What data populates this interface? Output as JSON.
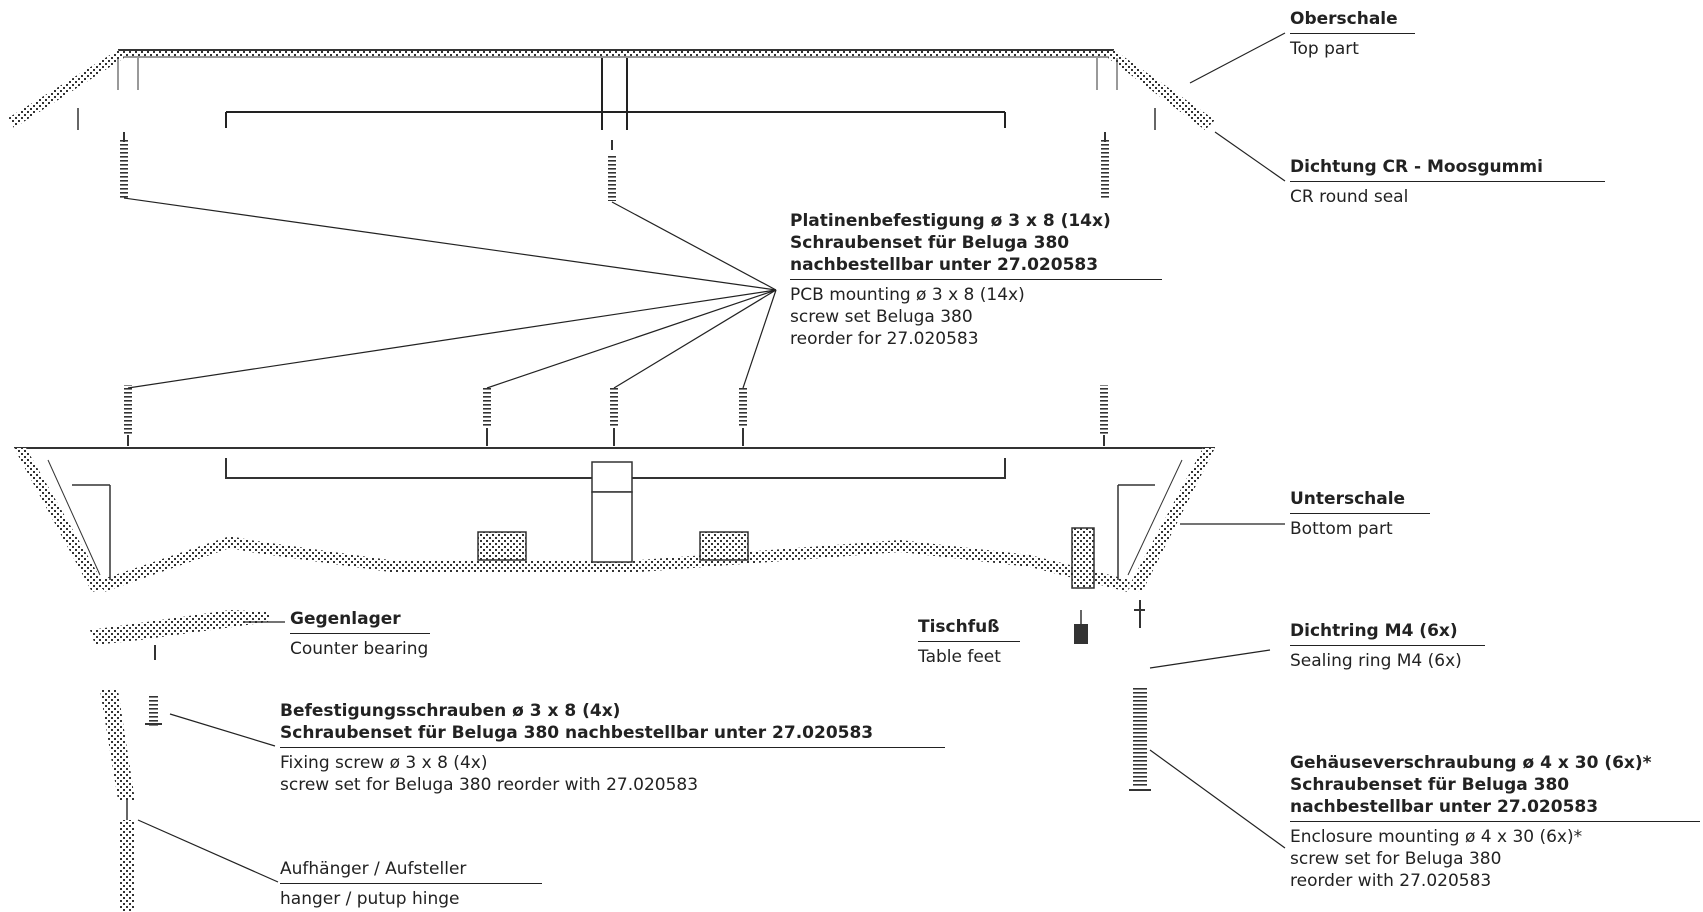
{
  "labels": {
    "top_part": {
      "title": "Oberschale",
      "subtitle": "Top part"
    },
    "seal": {
      "title": "Dichtung CR - Moosgummi",
      "subtitle": "CR round seal"
    },
    "pcb": {
      "title": [
        "Platinenbefestigung ø 3 x 8 (14x)",
        "Schraubenset für Beluga 380",
        "nachbestellbar unter 27.020583"
      ],
      "subtitle": [
        "PCB mounting ø 3 x 8 (14x)",
        "screw set Beluga 380",
        "reorder for 27.020583"
      ]
    },
    "bottom_part": {
      "title": "Unterschale",
      "subtitle": "Bottom part"
    },
    "counter_bearing": {
      "title": "Gegenlager",
      "subtitle": "Counter bearing"
    },
    "table_feet": {
      "title": "Tischfuß",
      "subtitle": "Table feet"
    },
    "sealing_ring": {
      "title": "Dichtring M4 (6x)",
      "subtitle": "Sealing ring M4 (6x)"
    },
    "fixing_screw": {
      "title": [
        "Befestigungsschrauben ø 3 x 8 (4x)",
        "Schraubenset für Beluga 380 nachbestellbar unter 27.020583"
      ],
      "subtitle": [
        "Fixing screw ø 3 x 8 (4x)",
        "screw set for Beluga 380 reorder with 27.020583"
      ]
    },
    "enclosure": {
      "title": [
        "Gehäuseverschraubung ø 4 x 30 (6x)*",
        "Schraubenset für Beluga 380",
        "nachbestellbar unter 27.020583"
      ],
      "subtitle": [
        "Enclosure mounting ø 4 x 30 (6x)*",
        "screw set for Beluga 380",
        "reorder with 27.020583"
      ]
    },
    "hanger": {
      "title": "Aufhänger / Aufsteller",
      "subtitle": "hanger / putup hinge"
    }
  }
}
